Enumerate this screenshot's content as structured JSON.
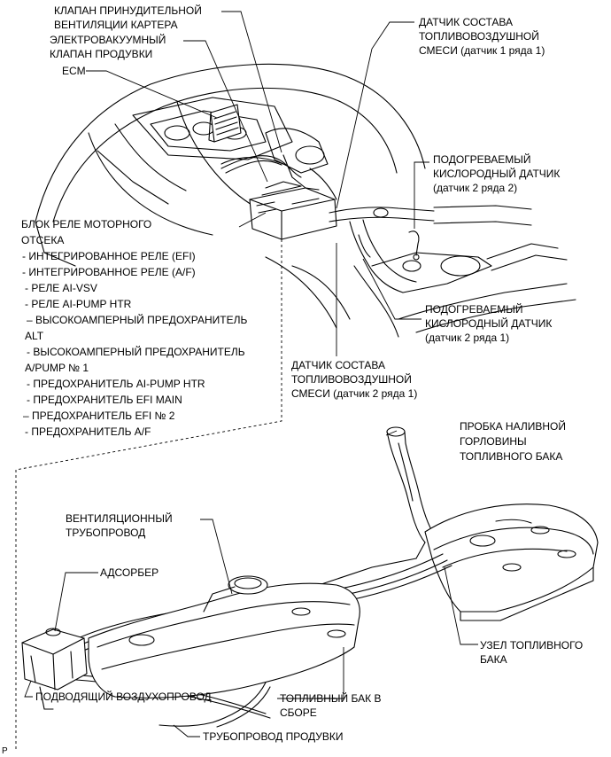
{
  "labels": {
    "pcv_valve": [
      "КЛАПАН ПРИНУДИТЕЛЬНОЙ",
      "ВЕНТИЛЯЦИИ КАРТЕРА"
    ],
    "purge_vsv": [
      "ЭЛЕКТРОВАКУУМНЫЙ",
      "КЛАПАН ПРОДУВКИ"
    ],
    "ecm": [
      "ECM"
    ],
    "af_sensor_b1s1": [
      "ДАТЧИК СОСТАВА",
      "ТОПЛИВОВОЗДУШНОЙ",
      "СМЕСИ (датчик 1 ряда 1)"
    ],
    "o2_sensor_b2s2": [
      "ПОДОГРЕВАЕМЫЙ",
      "КИСЛОРОДНЫЙ ДАТЧИК",
      "(датчик 2 ряда 2)"
    ],
    "o2_sensor_b2s1": [
      "ПОДОГРЕВАЕМЫЙ",
      "КИСЛОРОДНЫЙ ДАТЧИК",
      "(датчик 2 ряда 1)"
    ],
    "af_sensor_b2s1": [
      "ДАТЧИК СОСТАВА",
      "ТОПЛИВОВОЗДУШНОЙ",
      "СМЕСИ (датчик 2 ряда 1)"
    ],
    "relay_block": [
      "БЛОК РЕЛЕ МОТОРНОГО",
      "ОТСЕКА"
    ],
    "relay_items": [
      "- ИНТЕГРИРОВАННОЕ РЕЛЕ (EFI)",
      "- ИНТЕГРИРОВАННОЕ РЕЛЕ (A/F)",
      "- РЕЛЕ AI-VSV",
      "- РЕЛЕ AI-PUMP HTR",
      "– ВЫСОКОАМПЕРНЫЙ ПРЕДОХРАНИТЕЛЬ",
      "ALT",
      "- ВЫСОКОАМПЕРНЫЙ ПРЕДОХРАНИТЕЛЬ",
      "A/PUMP № 1",
      "- ПРЕДОХРАНИТЕЛЬ AI-PUMP HTR",
      "- ПРЕДОХРАНИТЕЛЬ EFI MAIN",
      "– ПРЕДОХРАНИТЕЛЬ EFI № 2",
      "- ПРЕДОХРАНИТЕЛЬ A/F"
    ],
    "filler_cap": [
      "ПРОБКА НАЛИВНОЙ",
      "ГОРЛОВИНЫ",
      "ТОПЛИВНОГО БАКА"
    ],
    "vent_line": [
      "ВЕНТИЛЯЦИОННЫЙ",
      "ТРУБОПРОВОД"
    ],
    "canister": [
      "АДСОРБЕР"
    ],
    "fuel_tank_assy_right": [
      "УЗЕЛ ТОПЛИВНОГО",
      "БАКА"
    ],
    "inlet_air_line": [
      "ПОДВОДЯЩИЙ ВОЗДУХОПРОВОД"
    ],
    "fuel_tank_assy": [
      "ТОПЛИВНЫЙ БАК В",
      "СБОРЕ"
    ],
    "purge_line": [
      "ТРУБОПРОВОД ПРОДУВКИ"
    ],
    "corner_mark": [
      "P"
    ]
  }
}
